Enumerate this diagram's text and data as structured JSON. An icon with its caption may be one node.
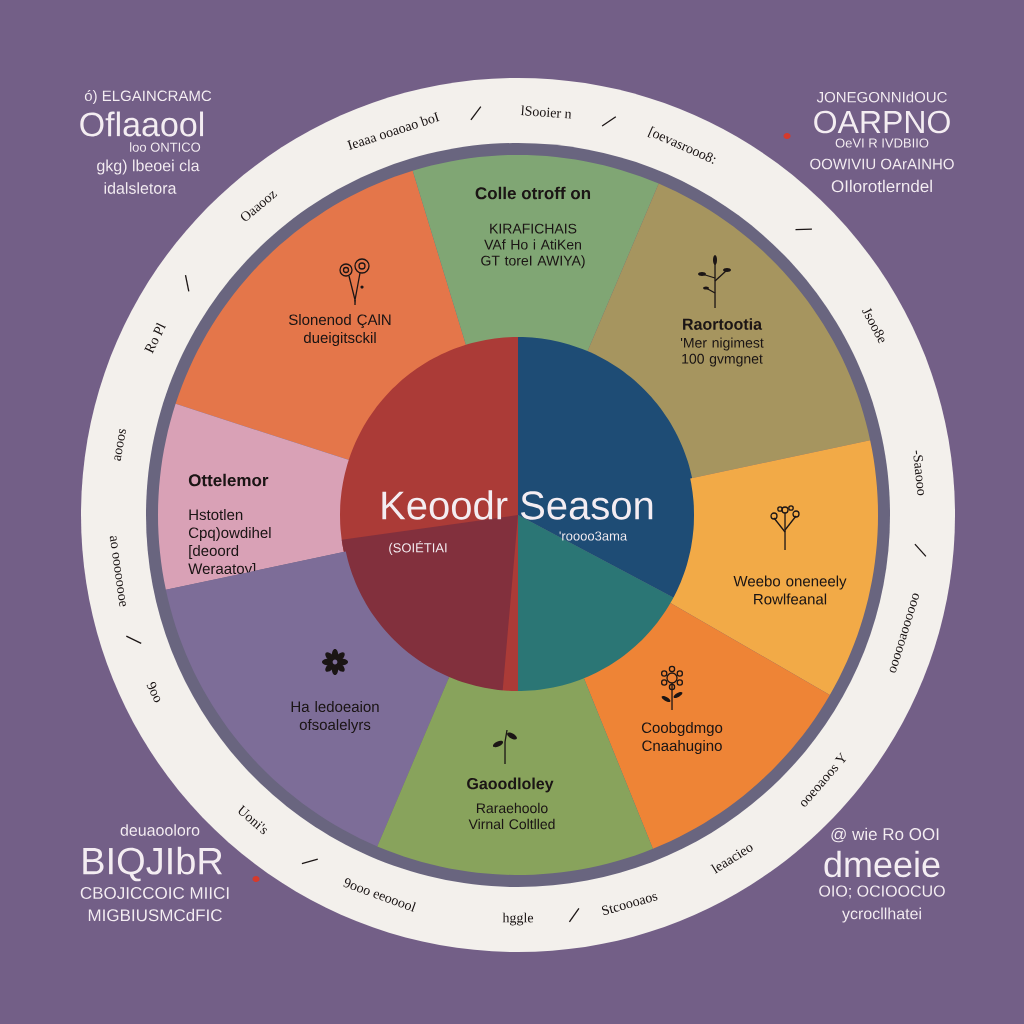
{
  "diagram": {
    "nodes": [
      {
        "text": [
          "Slonenod ÇAlN dueigitsckil"
        ]
      },
      {
        "text": [
          "Colle otroff on",
          "KIRAFICHAIS VAf Ho i AtiKen GT toreI AWIYA)"
        ]
      },
      {
        "text": [
          "Raortootia",
          "'Mer nigimest 100 gvmgnet"
        ]
      },
      {
        "text": [
          "Ottelemor",
          "Hstotlen Cpq)owdihel [deoord Weraatoy]"
        ]
      },
      {
        "text": [
          "Keoodr Season",
          "(SOIÉTIAI",
          "'roooo3ama"
        ]
      },
      {
        "text": [
          "Weebo oneneely Rowlfeanal"
        ]
      },
      {
        "text": [
          "Ha ledoeaion ofsoalelyrs"
        ]
      },
      {
        "text": [
          "Coobgdmgo Cnaahugino"
        ]
      },
      {
        "text": [
          "Gaoodloley",
          "Raraehoolo Virnal Coltlled"
        ]
      }
    ],
    "labels": [
      "ó) ELGAINCRAMC",
      "Oflaaool",
      "loo ONTICO",
      "gkg) lbeoei cla",
      "idalsletora",
      "JONEGONNIdOUC",
      "OARPNO",
      "OeVI R IVDBIIO",
      "OOWIVIU OArAINHO",
      "OIlorotlerndel",
      "Ieaaa ooaoao boI",
      "lSooier n",
      "[oevasrooo8:",
      "Jsoo8e",
      "-Saaooo",
      "oooooaoooooo",
      "ooeoaoos Y",
      "leaacieo",
      "Stcoooaos",
      "hggle",
      "9ooo eeooool",
      "Uoni's",
      "9oo",
      "ao oooooooe",
      "aooos",
      "Ro Pl",
      "Oaaooz",
      "deuaooloro",
      "BIQJIbR",
      "CBOJICCOIC MIICI",
      "MIGBIUSMCdFIC",
      "@ wie Ro OOI",
      "dmeeie",
      "OIO; OCIOOCUO",
      "ycrocllhatei"
    ]
  }
}
